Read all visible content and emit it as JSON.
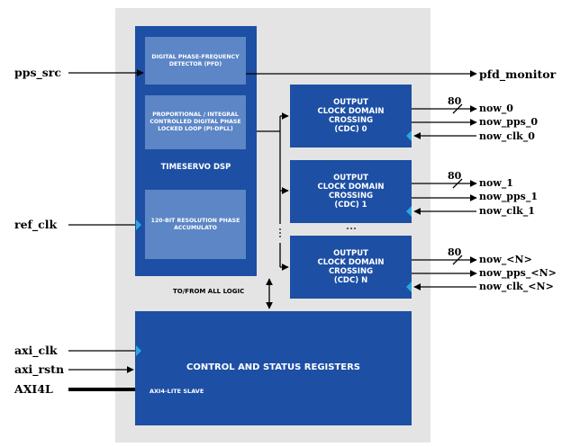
{
  "dsp": {
    "pfd": "DIGITAL PHASE-FREQUENCY DETECTOR (PFD)",
    "pipll": "PROPORTIONAL / INTEGRAL CONTROLLED DIGITAL PHASE LOCKED LOOP (PI-DPLL)",
    "title": "TIMESERVO DSP",
    "accum": "120-BIT RESOLUTION PHASE ACCUMULATO"
  },
  "cdc": [
    {
      "line1": "OUTPUT",
      "line2": "CLOCK DOMAIN",
      "line3": "CROSSING",
      "line4": "(CDC) 0",
      "bus_width": "80",
      "out_now": "now_0",
      "out_pps": "now_pps_0",
      "in_clk": "now_clk_0"
    },
    {
      "line1": "OUTPUT",
      "line2": "CLOCK DOMAIN",
      "line3": "CROSSING",
      "line4": "(CDC) 1",
      "bus_width": "80",
      "out_now": "now_1",
      "out_pps": "now_pps_1",
      "in_clk": "now_clk_1"
    },
    {
      "line1": "OUTPUT",
      "line2": "CLOCK DOMAIN",
      "line3": "CROSSING",
      "line4": "(CDC) N",
      "bus_width": "80",
      "out_now": "now_<N>",
      "out_pps": "now_pps_<N>",
      "in_clk": "now_clk_<N>"
    }
  ],
  "csr": {
    "title": "CONTROL AND STATUS REGISTERS",
    "sub": "AXI4-LITE SLAVE"
  },
  "signals": {
    "pps_src": "pps_src",
    "pfd_monitor": "pfd_monitor",
    "ref_clk": "ref_clk",
    "axi_clk": "axi_clk",
    "axi_rstn": "axi_rstn",
    "axi4l": "AXI4L"
  },
  "labels": {
    "logic": "TO/FROM ALL LOGIC"
  },
  "colors": {
    "block": "#1d4fa4",
    "subblock": "#5c86c6",
    "panel": "#e4e4e4",
    "clock_marker": "#29a8e0"
  }
}
